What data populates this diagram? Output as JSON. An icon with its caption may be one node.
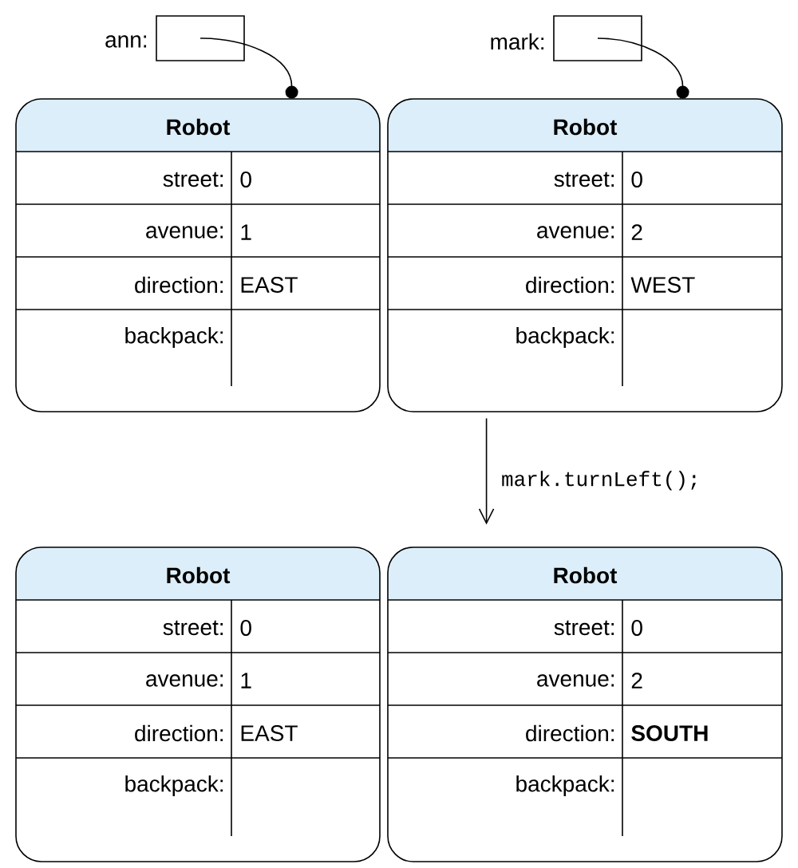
{
  "diagram": {
    "nodes": [
      {
        "text": [],
        "shape": "box",
        "beside": [
          "ann:"
        ]
      },
      {
        "text": [],
        "shape": "box",
        "beside": [
          "mark:"
        ]
      },
      {
        "text": [
          "Robot"
        ]
      },
      {
        "text": [
          "street:",
          "0"
        ],
        "in": 2
      },
      {
        "text": [
          "avenue:",
          "1"
        ],
        "in": 2
      },
      {
        "text": [
          "direction:",
          "EAST"
        ],
        "in": 2
      },
      {
        "text": [
          "backpack:"
        ],
        "in": 2
      },
      {
        "text": [
          "Robot"
        ]
      },
      {
        "text": [
          "street:",
          "0"
        ],
        "in": 7
      },
      {
        "text": [
          "avenue:",
          "2"
        ],
        "in": 7
      },
      {
        "text": [
          "direction:",
          "WEST"
        ],
        "in": 7
      },
      {
        "text": [
          "backpack:"
        ],
        "in": 7
      },
      {
        "text": [
          "Robot"
        ]
      },
      {
        "text": [
          "street:",
          "0"
        ],
        "in": 12
      },
      {
        "text": [
          "avenue:",
          "1"
        ],
        "in": 12
      },
      {
        "text": [
          "direction:",
          "EAST"
        ],
        "in": 12
      },
      {
        "text": [
          "backpack:"
        ],
        "in": 12
      },
      {
        "text": [
          "Robot"
        ]
      },
      {
        "text": [
          "street:",
          "0"
        ],
        "in": 17
      },
      {
        "text": [
          "avenue:",
          "2"
        ],
        "in": 17
      },
      {
        "text": [
          "direction:",
          "**SOUTH**"
        ],
        "in": 17
      },
      {
        "text": [
          "backpack:"
        ],
        "in": 17
      }
    ],
    "edges": [
      {
        "from": 0,
        "to": 2,
        "arrow": "other"
      },
      {
        "from": 1,
        "to": 7,
        "arrow": "other"
      },
      {
        "from": 7,
        "to": 17,
        "arrow": "to",
        "label": "mark.turnLeft();"
      }
    ]
  }
}
